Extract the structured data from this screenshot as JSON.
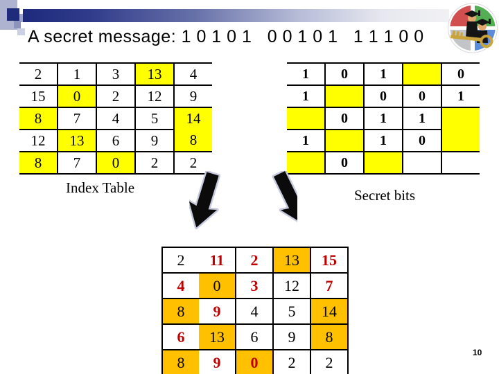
{
  "slide": {
    "title": "A secret message: 1 0 1 0 1   0 0 1 0 1   1 1 1 0 0",
    "page_number": "10"
  },
  "labels": {
    "index_table": "Index Table",
    "secret_bits": "Secret bits"
  },
  "colors": {
    "highlight_yellow": "#FFFF00",
    "highlight_gold": "#FFC000",
    "red_text": "#C00000",
    "bar_navy": "#1F2C7C"
  },
  "index_table": {
    "rows": [
      [
        {
          "v": "2"
        },
        {
          "v": "1"
        },
        {
          "v": "3"
        },
        {
          "v": "13",
          "hl": true
        },
        {
          "v": "4"
        }
      ],
      [
        {
          "v": "15"
        },
        {
          "v": "0",
          "hl": true
        },
        {
          "v": "2"
        },
        {
          "v": "12"
        },
        {
          "v": "9"
        }
      ],
      [
        {
          "v": "8",
          "hl": true
        },
        {
          "v": "7"
        },
        {
          "v": "4"
        },
        {
          "v": "5"
        },
        {
          "v": "14",
          "hl": true,
          "noBottom": true
        }
      ],
      [
        {
          "v": "12"
        },
        {
          "v": "13",
          "hl": true
        },
        {
          "v": "6"
        },
        {
          "v": "9"
        },
        {
          "v": "8",
          "hl": true,
          "noTop": true
        }
      ],
      [
        {
          "v": "8",
          "hl": true
        },
        {
          "v": "7"
        },
        {
          "v": "0",
          "hl": true
        },
        {
          "v": "2"
        },
        {
          "v": "2"
        }
      ]
    ]
  },
  "secret_bits_table": {
    "rows": [
      [
        {
          "v": "1"
        },
        {
          "v": "0"
        },
        {
          "v": "1"
        },
        {
          "v": "",
          "hl": true
        },
        {
          "v": "0"
        }
      ],
      [
        {
          "v": "1"
        },
        {
          "v": "",
          "hl": true
        },
        {
          "v": "0"
        },
        {
          "v": "0"
        },
        {
          "v": "1"
        }
      ],
      [
        {
          "v": "",
          "hl": true
        },
        {
          "v": "0"
        },
        {
          "v": "1"
        },
        {
          "v": "1"
        },
        {
          "v": "",
          "hl": true,
          "noBottom": true
        }
      ],
      [
        {
          "v": "1"
        },
        {
          "v": "",
          "hl": true
        },
        {
          "v": "1"
        },
        {
          "v": "0"
        },
        {
          "v": "",
          "hl": true,
          "noTop": true
        }
      ],
      [
        {
          "v": "",
          "hl": true
        },
        {
          "v": "0"
        },
        {
          "v": "",
          "hl": true
        },
        {
          "v": ""
        },
        {
          "v": ""
        }
      ]
    ]
  },
  "embedded_table": {
    "rows": [
      [
        {
          "v": "2"
        },
        {
          "v": "11",
          "red": true
        },
        {
          "v": "2",
          "red": true
        },
        {
          "v": "13",
          "hl": true
        },
        {
          "v": "15",
          "red": true
        }
      ],
      [
        {
          "v": "4",
          "red": true
        },
        {
          "v": "0",
          "hl": true
        },
        {
          "v": "3",
          "red": true
        },
        {
          "v": "12"
        },
        {
          "v": "7",
          "red": true
        }
      ],
      [
        {
          "v": "8",
          "hl": true
        },
        {
          "v": "9",
          "red": true
        },
        {
          "v": "4"
        },
        {
          "v": "5"
        },
        {
          "v": "14",
          "hl": true
        }
      ],
      [
        {
          "v": "6",
          "red": true
        },
        {
          "v": "13",
          "hl": true
        },
        {
          "v": "6"
        },
        {
          "v": "9"
        },
        {
          "v": "8",
          "hl": true
        }
      ],
      [
        {
          "v": "8",
          "hl": true
        },
        {
          "v": "9",
          "red": true
        },
        {
          "v": "0",
          "hl": true,
          "red": true
        },
        {
          "v": "2"
        },
        {
          "v": "2"
        }
      ]
    ]
  }
}
